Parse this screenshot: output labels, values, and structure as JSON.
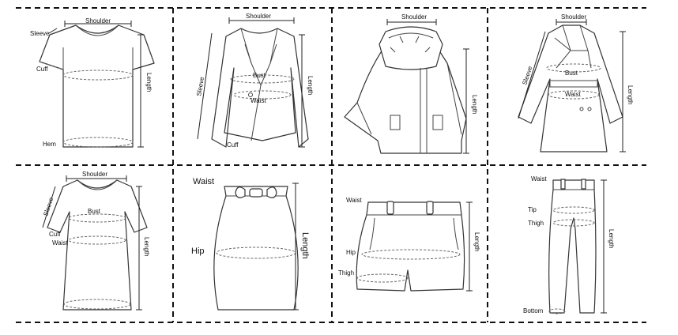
{
  "panels": [
    {
      "id": "tshirt",
      "labels": {
        "shoulder": "Shoulder",
        "sleeve": "Sleeve",
        "cuff": "Cuff",
        "length": "Length",
        "hem": "Hem"
      }
    },
    {
      "id": "blazer",
      "labels": {
        "shoulder": "Shoulder",
        "bust": "Bust",
        "waist": "Waist",
        "sleeve": "Sleeve",
        "length": "Length",
        "cuff": "Cuff"
      }
    },
    {
      "id": "cape",
      "labels": {
        "shoulder": "Shoulder",
        "length": "Length"
      }
    },
    {
      "id": "coat",
      "labels": {
        "shoulder": "Shoulder",
        "bust": "Bust",
        "waist": "Waist",
        "sleeve": "Sleeve",
        "length": "Length"
      }
    },
    {
      "id": "dress",
      "labels": {
        "shoulder": "Shoulder",
        "sleeve": "Sleeve",
        "bust": "Bust",
        "cuff": "Cuff",
        "waist": "Waist",
        "length": "Length"
      }
    },
    {
      "id": "skirt",
      "labels": {
        "waist": "Waist",
        "hip": "Hip",
        "length": "Length"
      }
    },
    {
      "id": "shorts",
      "labels": {
        "waist": "Waist",
        "hip": "Hip",
        "thigh": "Thigh",
        "length": "Length"
      }
    },
    {
      "id": "pants",
      "labels": {
        "waist": "Waist",
        "tip": "Tip",
        "thigh": "Thigh",
        "length": "Length",
        "bottom": "Bottom"
      }
    }
  ]
}
